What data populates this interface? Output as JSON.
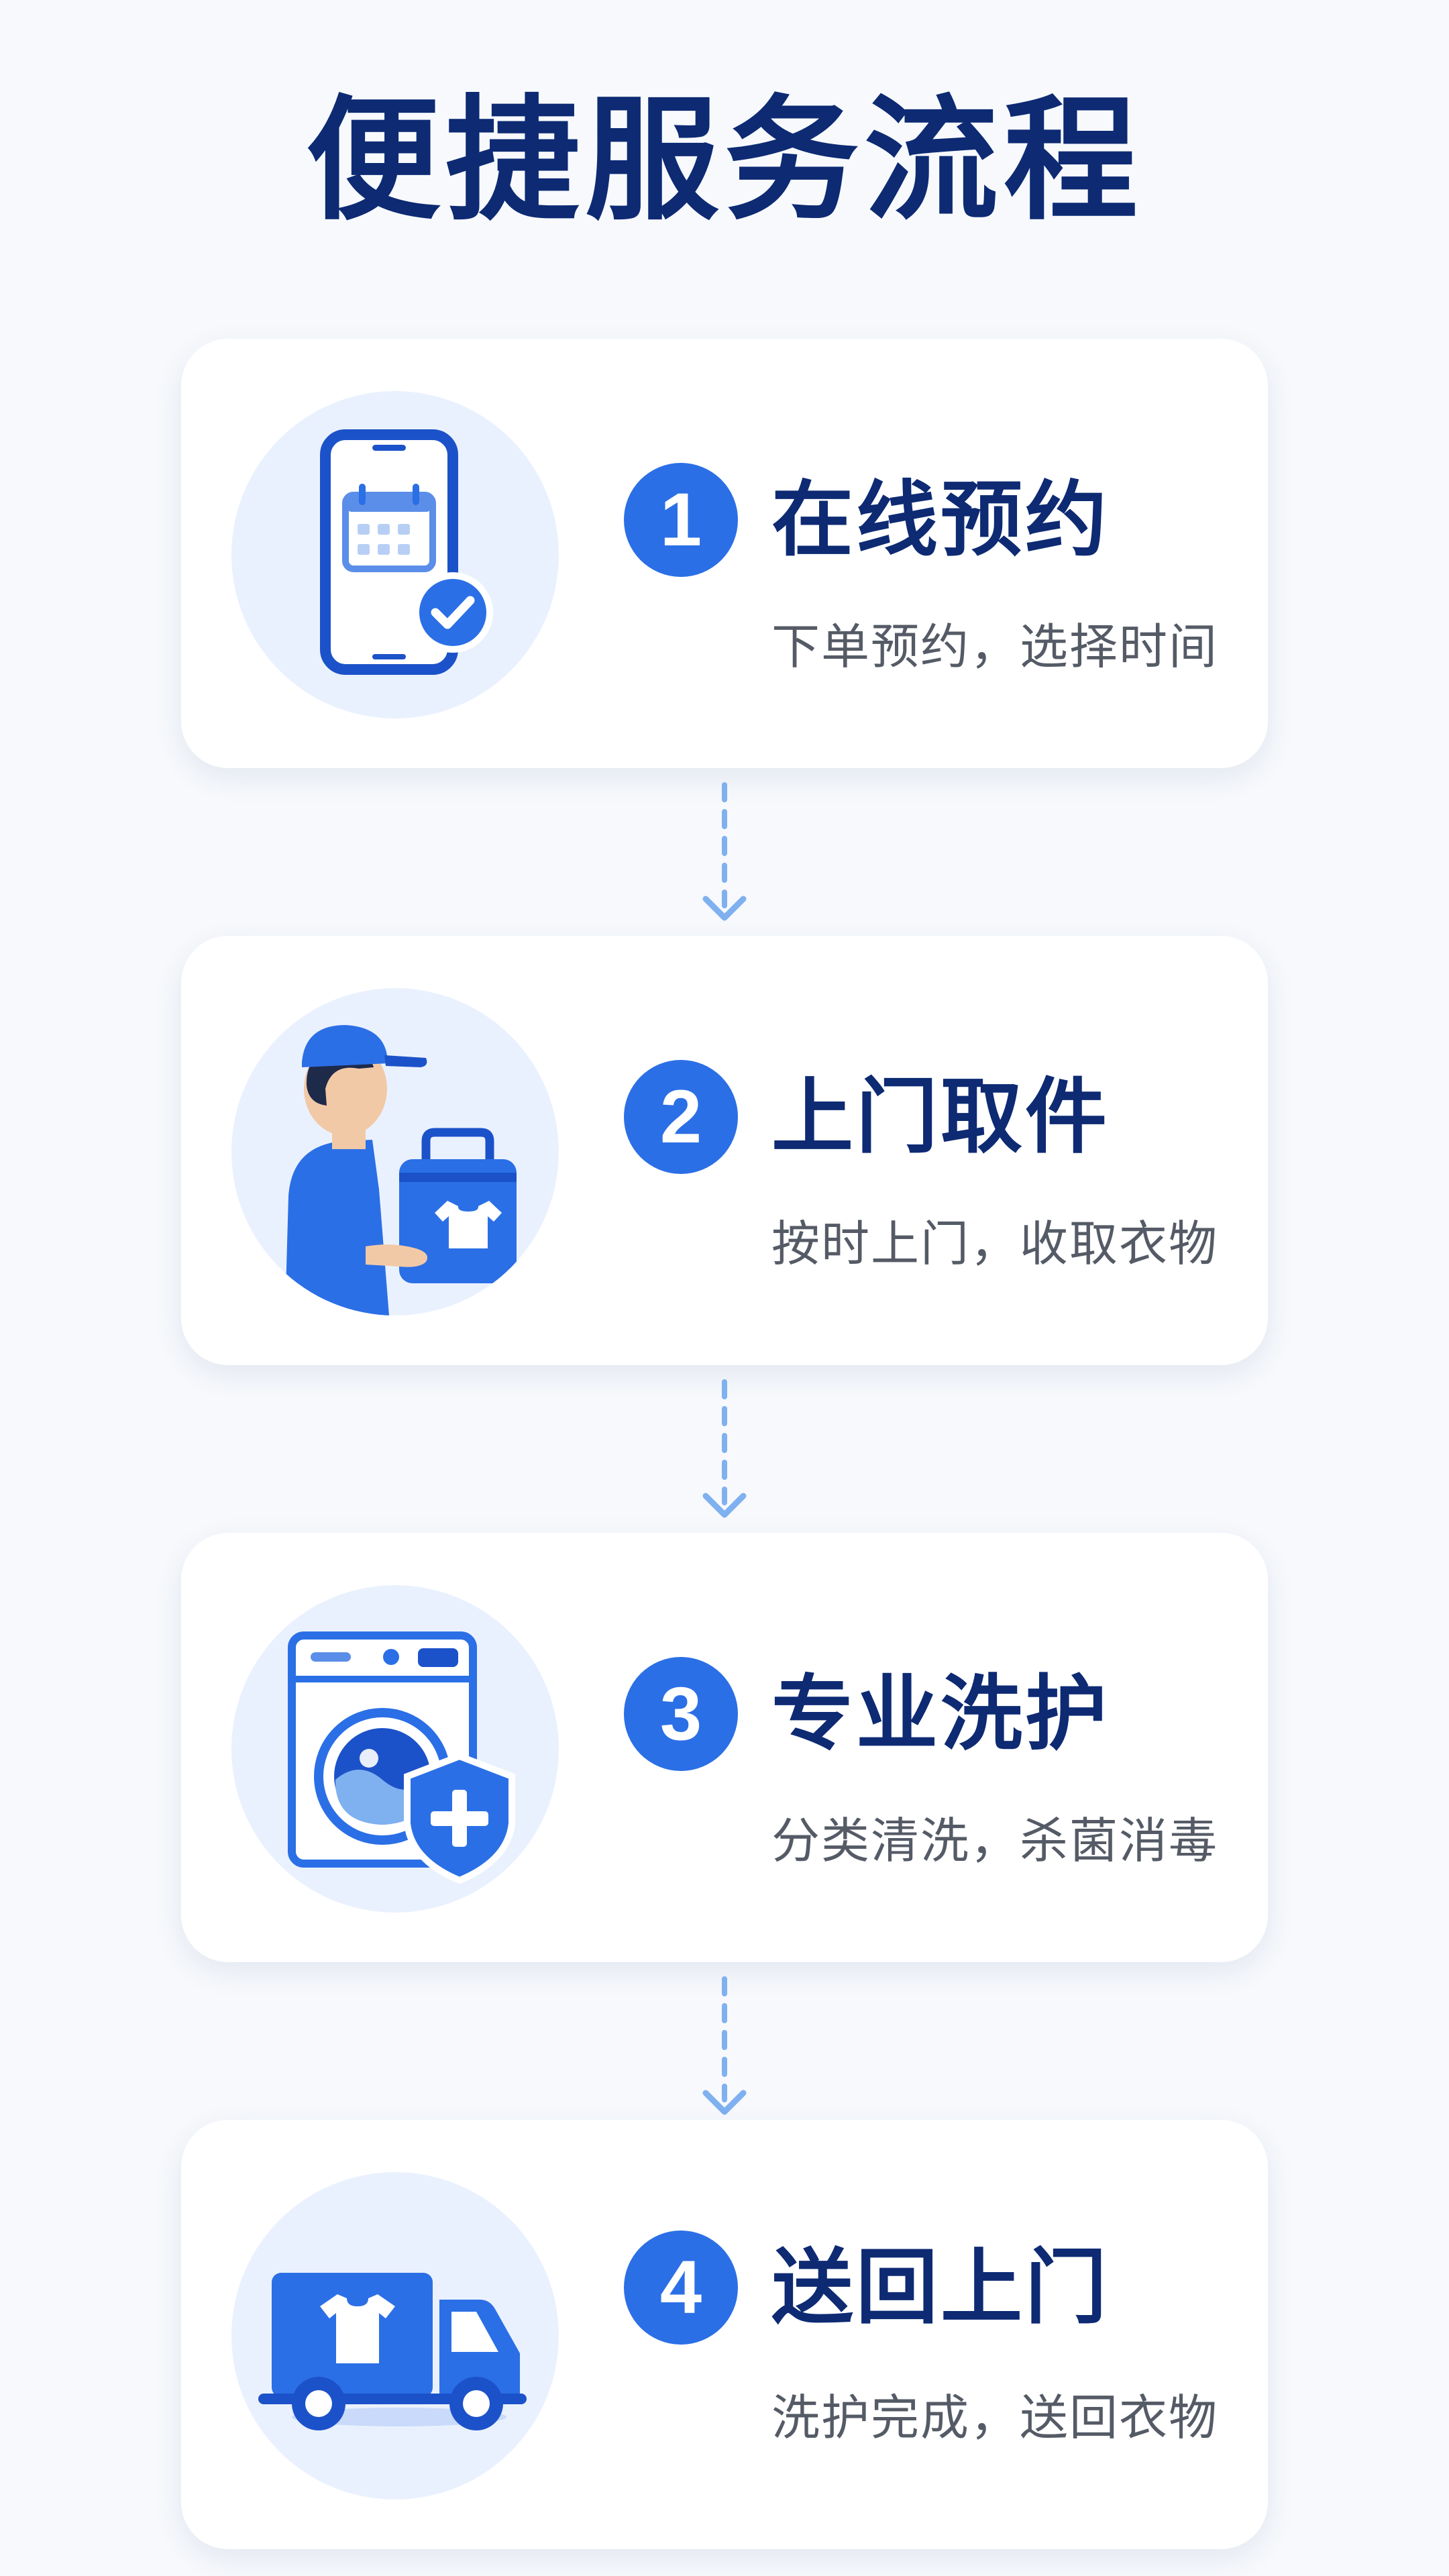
{
  "page": {
    "title": "便捷服务流程"
  },
  "colors": {
    "title": "#0d2a73",
    "accent": "#2b6fe6",
    "light_accent": "#eaf1fe",
    "connector": "#7fb0f0",
    "description": "#555b66"
  },
  "steps": [
    {
      "number": "1",
      "title": "在线预约",
      "description": "下单预约，选择时间",
      "icon": "phone-calendar-check-icon"
    },
    {
      "number": "2",
      "title": "上门取件",
      "description": "按时上门，收取衣物",
      "icon": "courier-with-bag-icon"
    },
    {
      "number": "3",
      "title": "专业洗护",
      "description": "分类清洗，杀菌消毒",
      "icon": "washing-machine-shield-icon"
    },
    {
      "number": "4",
      "title": "送回上门",
      "description": "洗护完成，送回衣物",
      "icon": "delivery-truck-icon"
    }
  ]
}
